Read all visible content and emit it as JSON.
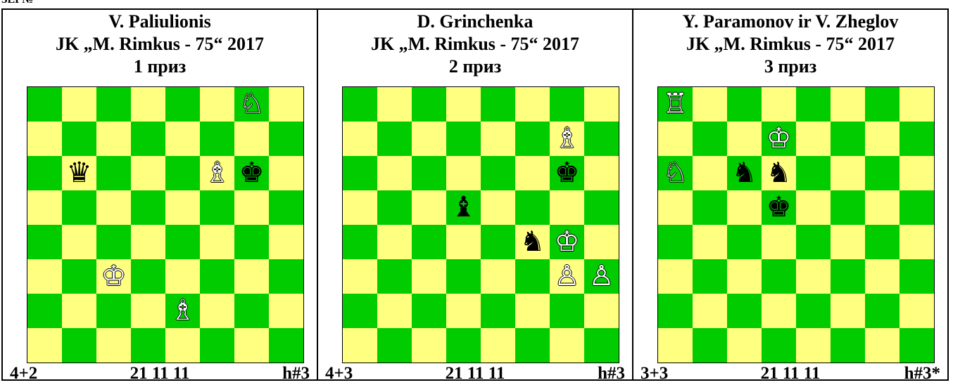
{
  "top_clip": "ЗЕГ№",
  "colors": {
    "light": "#ffff80",
    "dark": "#00cc00"
  },
  "problems": [
    {
      "author": "V. Paliulionis",
      "tourney": "JK „M. Rimkus - 75“ 2017",
      "award": "1 приз",
      "count": "4+2",
      "code": "21 11 11",
      "stip": "h#3",
      "pieces": [
        {
          "sq": "g8",
          "piece": "knight",
          "color": "white",
          "glyph": "♘"
        },
        {
          "sq": "b6",
          "piece": "queen",
          "color": "black",
          "glyph": "♛"
        },
        {
          "sq": "f6",
          "piece": "bishop",
          "color": "white",
          "glyph": "♗"
        },
        {
          "sq": "g6",
          "piece": "king",
          "color": "black",
          "glyph": "♚"
        },
        {
          "sq": "c3",
          "piece": "king",
          "color": "white",
          "glyph": "♔"
        },
        {
          "sq": "e2",
          "piece": "bishop",
          "color": "white",
          "glyph": "♗"
        }
      ]
    },
    {
      "author": "D. Grinchenka",
      "tourney": "JK „M. Rimkus - 75“ 2017",
      "award": "2 приз",
      "count": "4+3",
      "code": "21 11 11",
      "stip": "h#3",
      "pieces": [
        {
          "sq": "g7",
          "piece": "bishop",
          "color": "white",
          "glyph": "♗"
        },
        {
          "sq": "g6",
          "piece": "king",
          "color": "black",
          "glyph": "♚"
        },
        {
          "sq": "d5",
          "piece": "bishop",
          "color": "black",
          "glyph": "♝"
        },
        {
          "sq": "f4",
          "piece": "knight",
          "color": "black",
          "glyph": "♞"
        },
        {
          "sq": "g4",
          "piece": "king",
          "color": "white",
          "glyph": "♔"
        },
        {
          "sq": "g3",
          "piece": "pawn",
          "color": "white",
          "glyph": "♙"
        },
        {
          "sq": "h3",
          "piece": "pawn",
          "color": "white",
          "glyph": "♙"
        }
      ]
    },
    {
      "author": "Y. Paramonov ir V. Zheglov",
      "tourney": "JK „M. Rimkus - 75“ 2017",
      "award": "3 приз",
      "count": "3+3",
      "code": "21 11 11",
      "stip": "h#3*",
      "pieces": [
        {
          "sq": "a8",
          "piece": "rook",
          "color": "white",
          "glyph": "♖"
        },
        {
          "sq": "d7",
          "piece": "king",
          "color": "white",
          "glyph": "♔"
        },
        {
          "sq": "a6",
          "piece": "knight",
          "color": "white",
          "glyph": "♘"
        },
        {
          "sq": "c6",
          "piece": "knight",
          "color": "black",
          "glyph": "♞"
        },
        {
          "sq": "d6",
          "piece": "knight",
          "color": "black",
          "glyph": "♞"
        },
        {
          "sq": "d5",
          "piece": "king",
          "color": "black",
          "glyph": "♚"
        }
      ]
    }
  ]
}
